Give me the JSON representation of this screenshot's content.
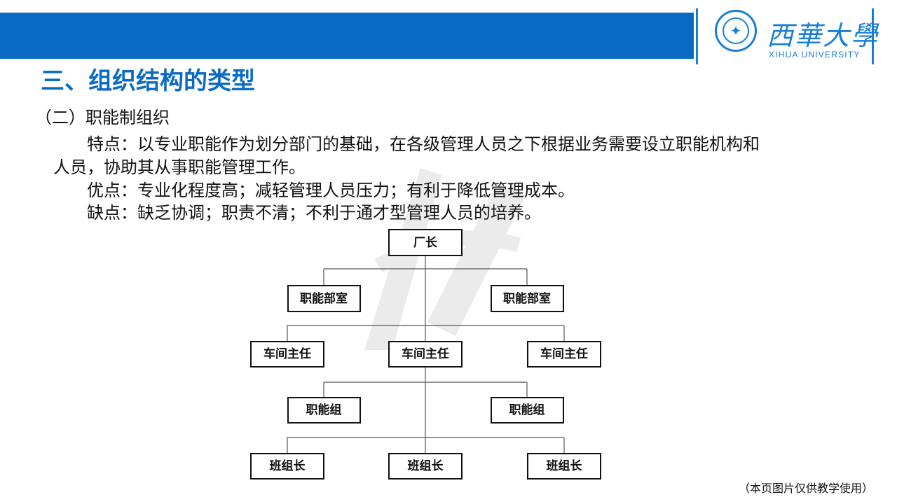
{
  "logo": {
    "cn": "西華大學",
    "en": "XIHUA UNIVERSITY",
    "emblem_icon": "university-emblem-icon"
  },
  "title": "三、组织结构的类型",
  "subtitle": "（二）职能制组织",
  "features_line1": "特点：以专业职能作为划分部门的基础，在各级管理人员之下根据业务需要设立职能机构和",
  "features_line2": "人员，协助其从事职能管理工作。",
  "advantages": "优点：专业化程度高；减轻管理人员压力；有利于降低管理成本。",
  "disadvantages": "缺点：缺乏协调；职责不清；不利于通才型管理人员的培养。",
  "org_chart": {
    "nodes": [
      {
        "id": "director",
        "label": "厂长"
      },
      {
        "id": "dept_left",
        "label": "职能部室"
      },
      {
        "id": "dept_right",
        "label": "职能部室"
      },
      {
        "id": "ws_left",
        "label": "车间主任"
      },
      {
        "id": "ws_mid",
        "label": "车间主任"
      },
      {
        "id": "ws_right",
        "label": "车间主任"
      },
      {
        "id": "grp_left",
        "label": "职能组"
      },
      {
        "id": "grp_right",
        "label": "职能组"
      },
      {
        "id": "lead_left",
        "label": "班组长"
      },
      {
        "id": "lead_mid",
        "label": "班组长"
      },
      {
        "id": "lead_right",
        "label": "班组长"
      }
    ]
  },
  "footnote": "（本页图片仅供教学使用）",
  "colors": {
    "brand_blue": "#0a6bc4",
    "logo_blue": "#1a7fd4"
  }
}
